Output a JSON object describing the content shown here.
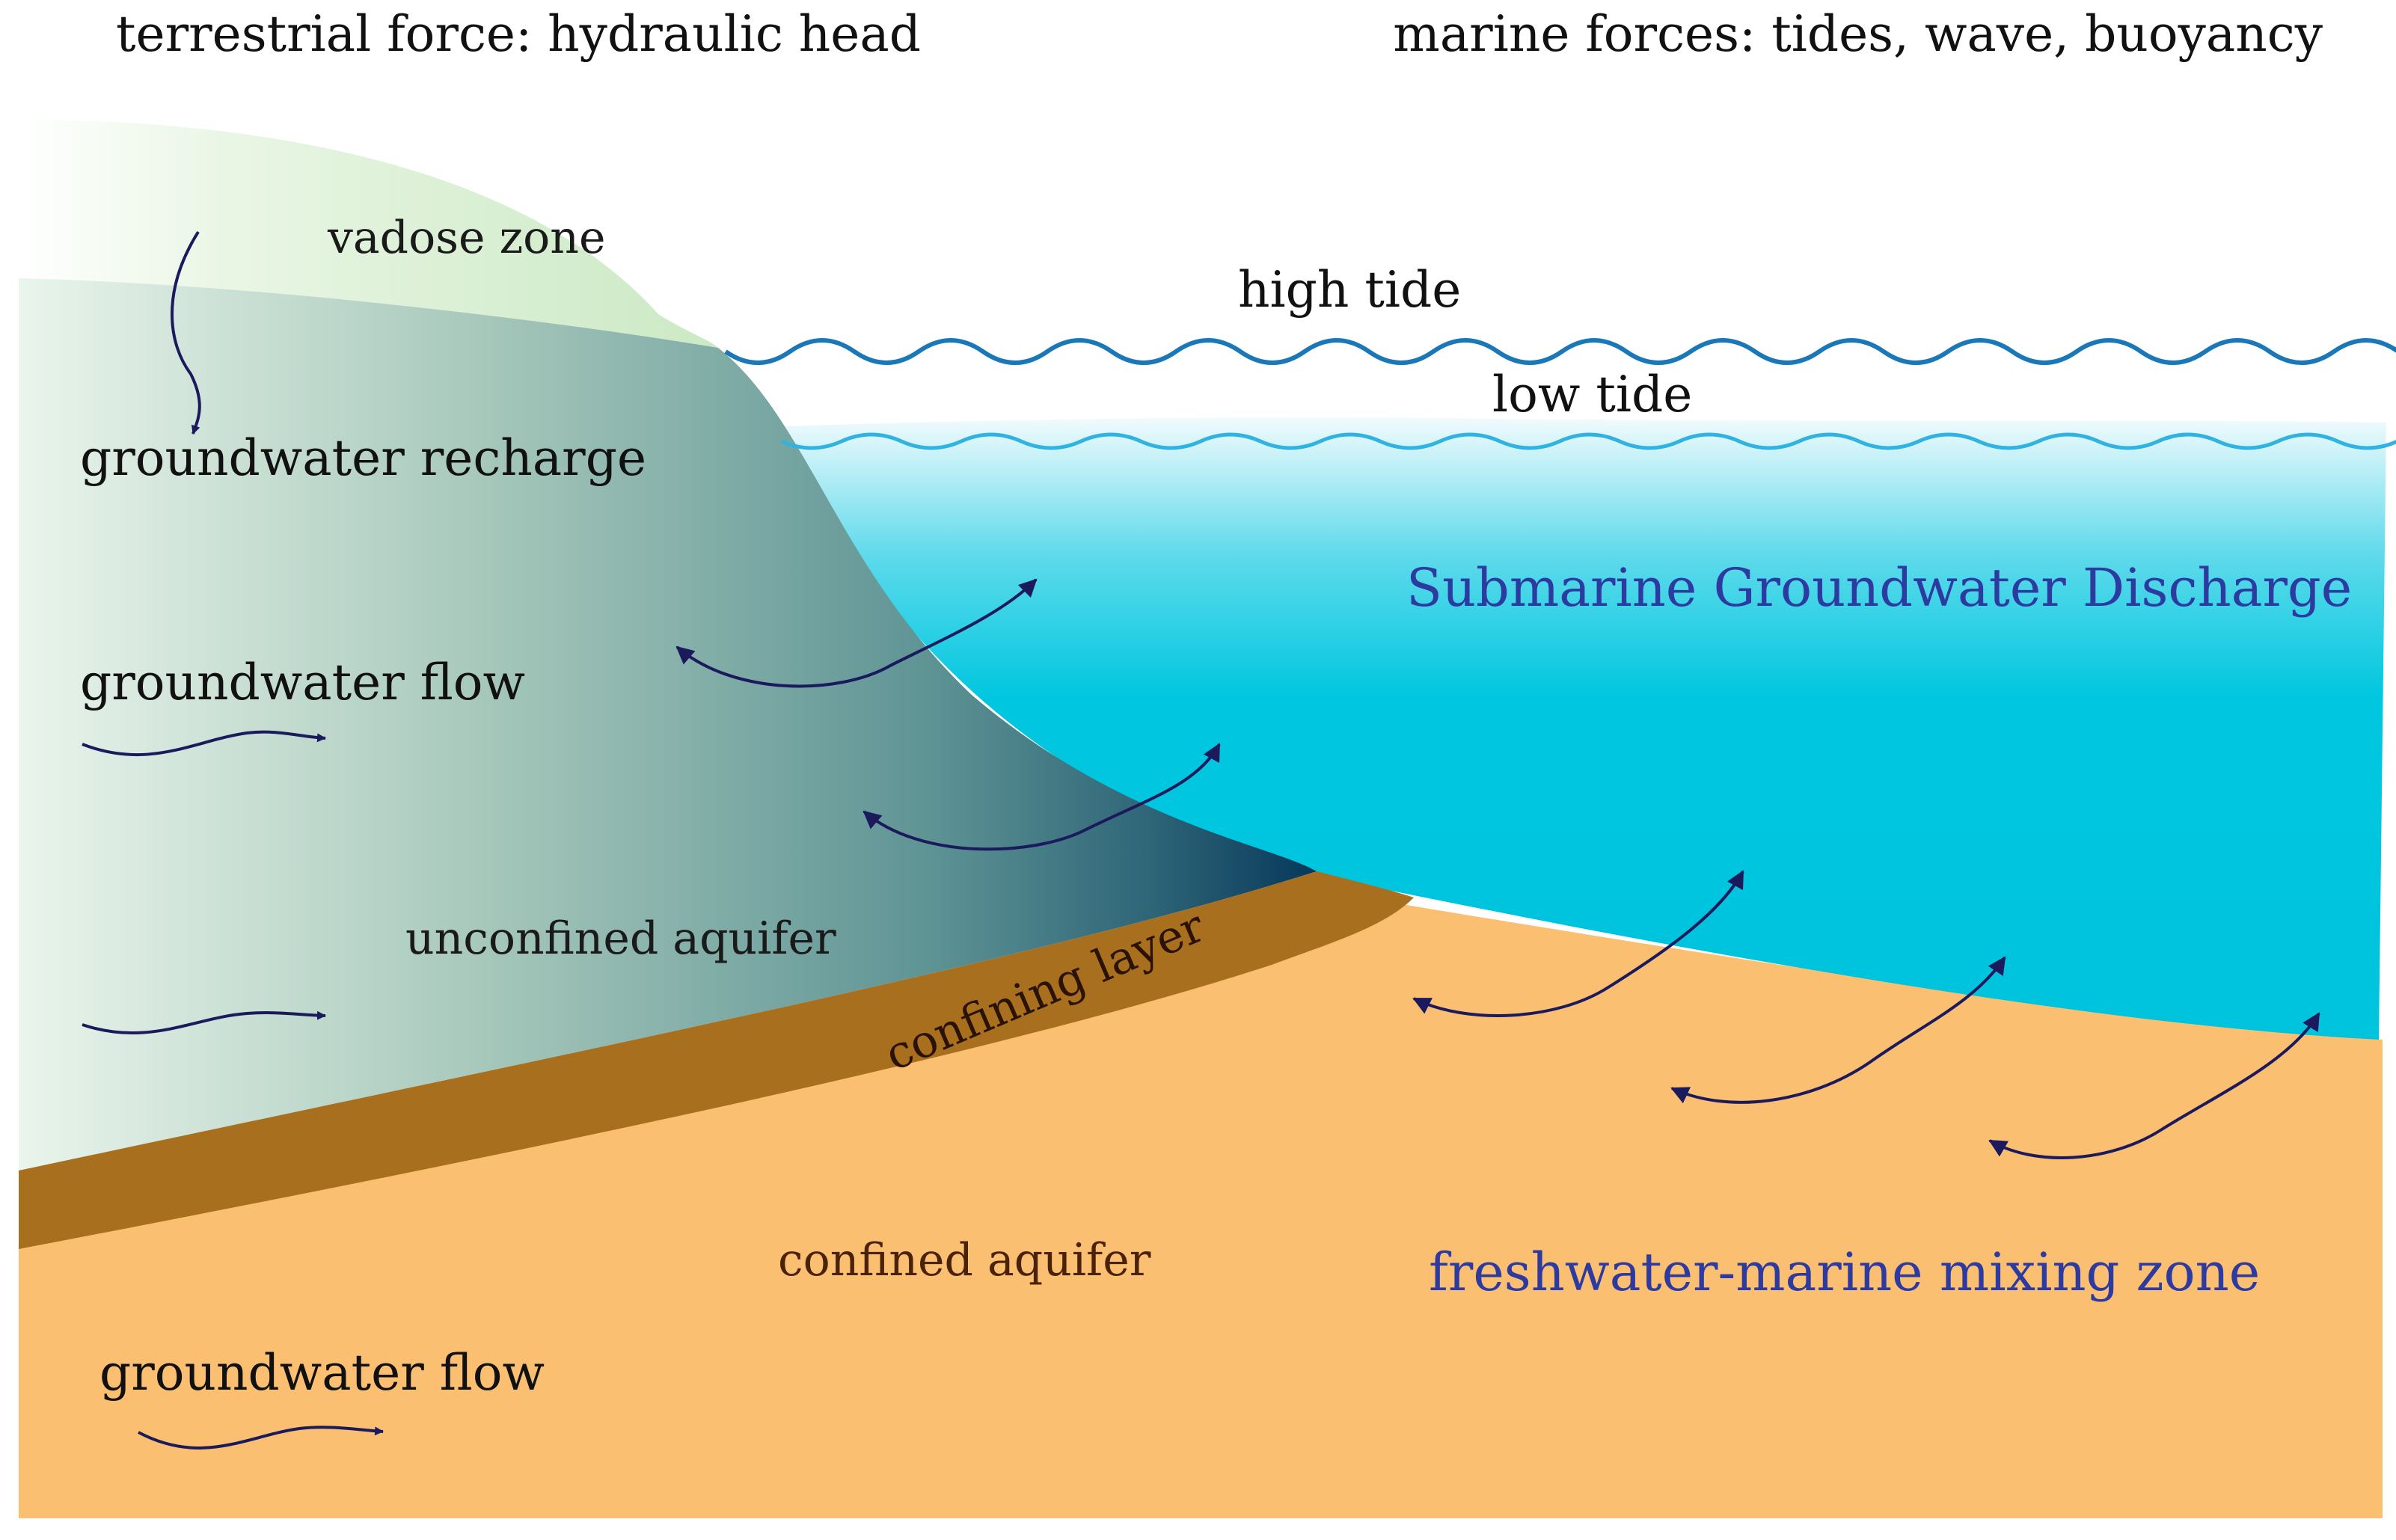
{
  "labels": {
    "terrestrial_force": "terrestrial force: hydraulic head",
    "marine_forces": "marine forces: tides, wave, buoyancy",
    "vadose_zone": "vadose zone",
    "high_tide": "high tide",
    "low_tide": "low tide",
    "groundwater_recharge": "groundwater recharge",
    "sgd": "Submarine Groundwater Discharge",
    "groundwater_flow_upper": "groundwater flow",
    "unconfined_aquifer": "unconfined aquifer",
    "confining_layer": "confining layer",
    "confined_aquifer": "confined aquifer",
    "mixing_zone": "freshwater-marine mixing zone",
    "groundwater_flow_lower": "groundwater flow"
  },
  "colors": {
    "vadose": "#d2ecc9",
    "aquifer_light": "#eaf5ec",
    "aquifer_mid": "#5f9495",
    "aquifer_dark": "#06385a",
    "sea_top": "#f2fbfd",
    "sea_bottom": "#00c7df",
    "confining_layer": "#a86f1e",
    "confined_aquifer": "#fbbf72",
    "high_tide_line": "#1b78b8",
    "low_tide_line": "#31b3e2",
    "arrow": "#1b1a5c",
    "blue_text": "#2d3aa0"
  }
}
